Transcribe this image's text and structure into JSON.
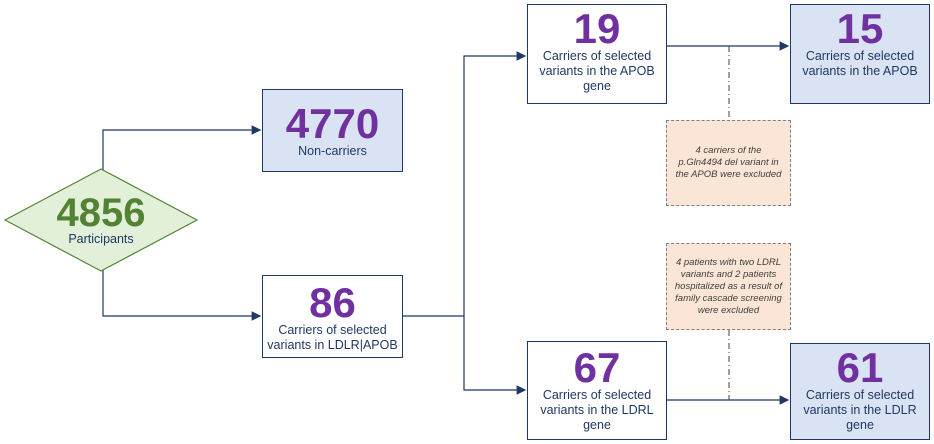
{
  "start": {
    "value": "4856",
    "label": "Participants"
  },
  "non_carriers": {
    "value": "4770",
    "label": "Non-carriers"
  },
  "carriers_total": {
    "value": "86",
    "label": "Carriers of selected variants in LDLR|APOB"
  },
  "apob_selected": {
    "value": "19",
    "label": "Carriers of selected variants in the APOB gene"
  },
  "apob_final": {
    "value": "15",
    "label": "Carriers of selected variants in the APOB"
  },
  "ldrl_selected": {
    "value": "67",
    "label": "Carriers of selected variants in the LDRL gene"
  },
  "ldlr_final": {
    "value": "61",
    "label": "Carriers of selected variants in the LDLR gene"
  },
  "note_apob": "4 carriers of the p.Gln4494 del variant in the APOB were excluded",
  "note_ldlr": "4 patients with two LDRL variants and 2 patients hospitalized as a result of family cascade screening were excluded",
  "colors": {
    "line": "#1f3864",
    "number": "#7030a0",
    "start_number": "#548235",
    "diamond_fill": "#e2f0d9",
    "final_box_fill": "#dae3f3",
    "note_fill": "#fbe5d6"
  }
}
